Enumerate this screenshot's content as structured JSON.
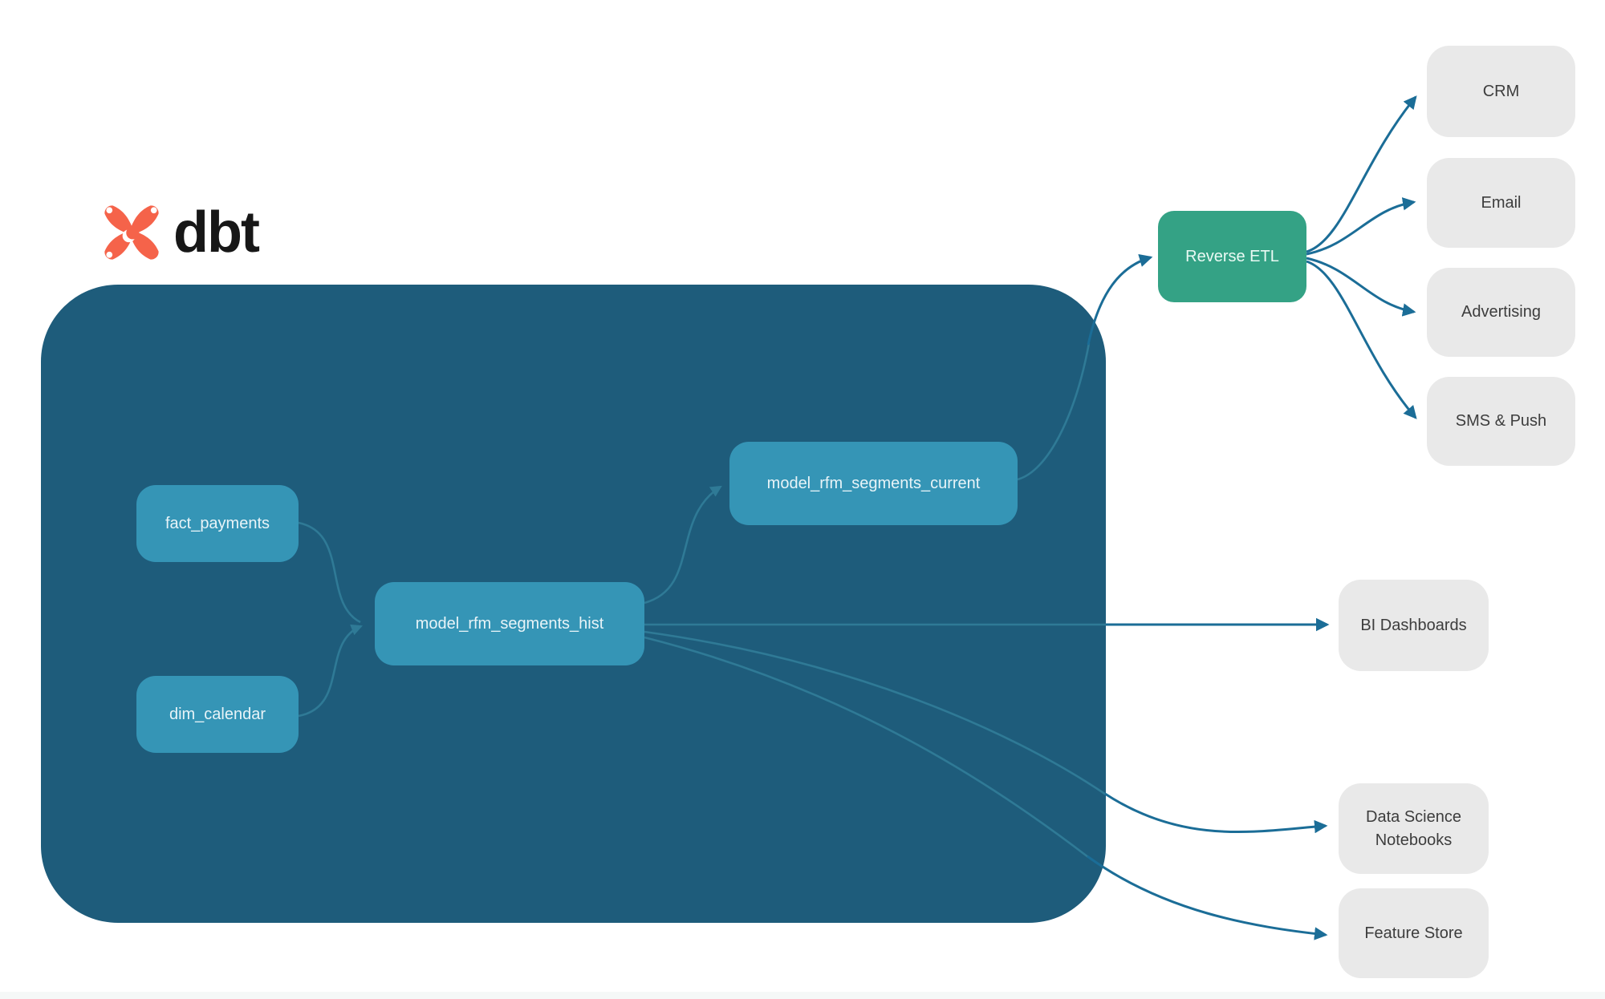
{
  "brand": {
    "name": "dbt",
    "icon": "dbt-logo-icon"
  },
  "colors": {
    "warehouse_container": "#1e5c7b",
    "model_node": "#3595b6",
    "reverse_etl_node": "#34a285",
    "destination_node": "#e9e9e9",
    "edge_inside": "#2f7a96",
    "edge_outside": "#1b6d97",
    "model_text": "#e8f4f8",
    "destination_text": "#3d3d3d",
    "logo_orange": "#f5634a",
    "wordmark_black": "#171717"
  },
  "nodes": {
    "fact_payments": {
      "label": "fact_payments",
      "type": "source-table"
    },
    "dim_calendar": {
      "label": "dim_calendar",
      "type": "source-table"
    },
    "model_rfm_segments_hist": {
      "label": "model_rfm_segments_hist",
      "type": "model"
    },
    "model_rfm_segments_current": {
      "label": "model_rfm_segments_current",
      "type": "model"
    },
    "reverse_etl": {
      "label": "Reverse ETL",
      "type": "process"
    },
    "crm": {
      "label": "CRM",
      "type": "destination"
    },
    "email": {
      "label": "Email",
      "type": "destination"
    },
    "advertising": {
      "label": "Advertising",
      "type": "destination"
    },
    "sms_push": {
      "label": "SMS & Push",
      "type": "destination"
    },
    "bi_dashboards": {
      "label": "BI Dashboards",
      "type": "destination"
    },
    "data_science_notebooks": {
      "label": "Data Science Notebooks",
      "type": "destination"
    },
    "feature_store": {
      "label": "Feature Store",
      "type": "destination"
    }
  },
  "edges": [
    {
      "from": "fact_payments",
      "to": "model_rfm_segments_hist"
    },
    {
      "from": "dim_calendar",
      "to": "model_rfm_segments_hist"
    },
    {
      "from": "model_rfm_segments_hist",
      "to": "model_rfm_segments_current"
    },
    {
      "from": "model_rfm_segments_current",
      "to": "reverse_etl"
    },
    {
      "from": "reverse_etl",
      "to": "crm"
    },
    {
      "from": "reverse_etl",
      "to": "email"
    },
    {
      "from": "reverse_etl",
      "to": "advertising"
    },
    {
      "from": "reverse_etl",
      "to": "sms_push"
    },
    {
      "from": "model_rfm_segments_hist",
      "to": "bi_dashboards"
    },
    {
      "from": "model_rfm_segments_hist",
      "to": "data_science_notebooks"
    },
    {
      "from": "model_rfm_segments_hist",
      "to": "feature_store"
    }
  ]
}
